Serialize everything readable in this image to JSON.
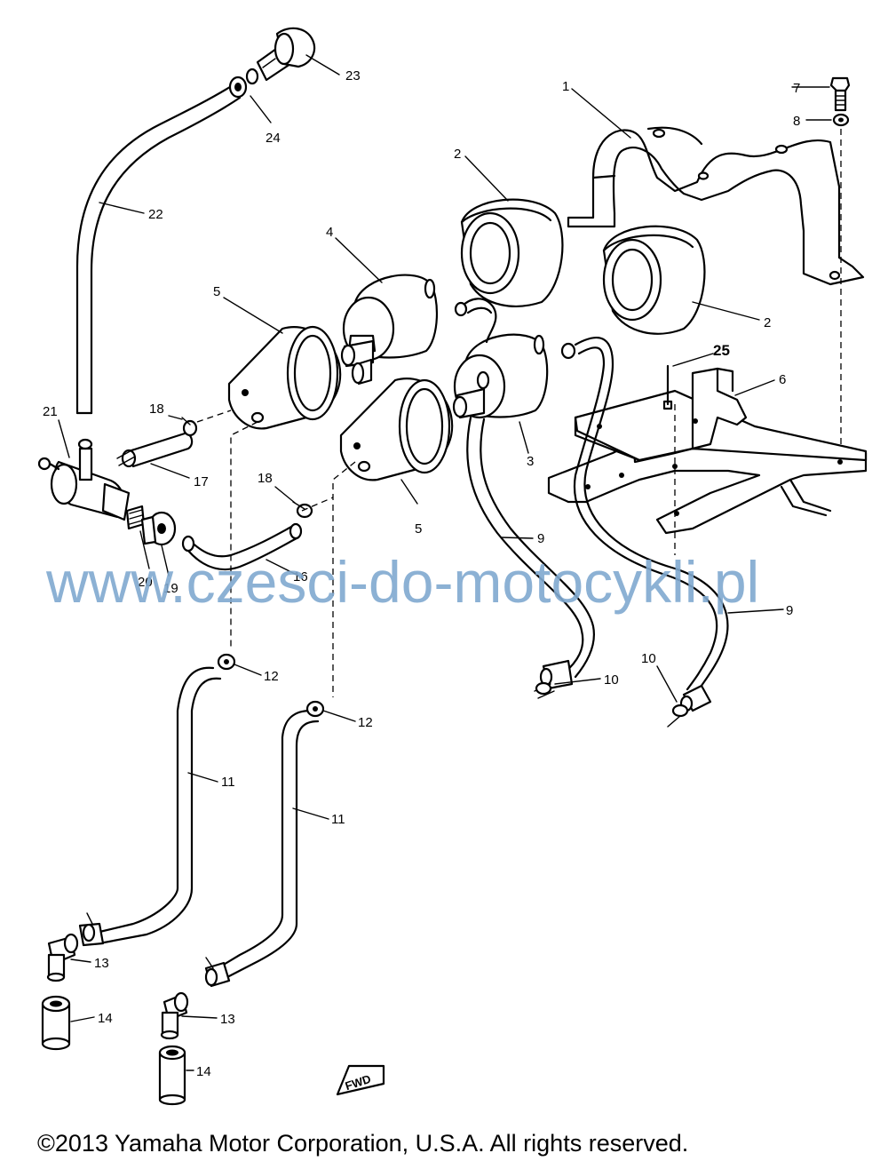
{
  "callouts": {
    "c1": "1",
    "c2a": "2",
    "c2b": "2",
    "c3": "3",
    "c4": "4",
    "c5a": "5",
    "c5b": "5",
    "c6": "6",
    "c7": "7",
    "c8": "8",
    "c9a": "9",
    "c9b": "9",
    "c10a": "10",
    "c10b": "10",
    "c11a": "11",
    "c11b": "11",
    "c12a": "12",
    "c12b": "12",
    "c13a": "13",
    "c13b": "13",
    "c14a": "14",
    "c14b": "14",
    "c16": "16",
    "c17": "17",
    "c18a": "18",
    "c18b": "18",
    "c19": "19",
    "c20": "20",
    "c21": "21",
    "c22": "22",
    "c23": "23",
    "c24": "24",
    "c25": "25"
  },
  "watermark": "www.czesci-do-motocykli.pl",
  "fwd_label": "FWD",
  "copyright": "©2013 Yamaha Motor Corporation, U.S.A. All rights reserved."
}
